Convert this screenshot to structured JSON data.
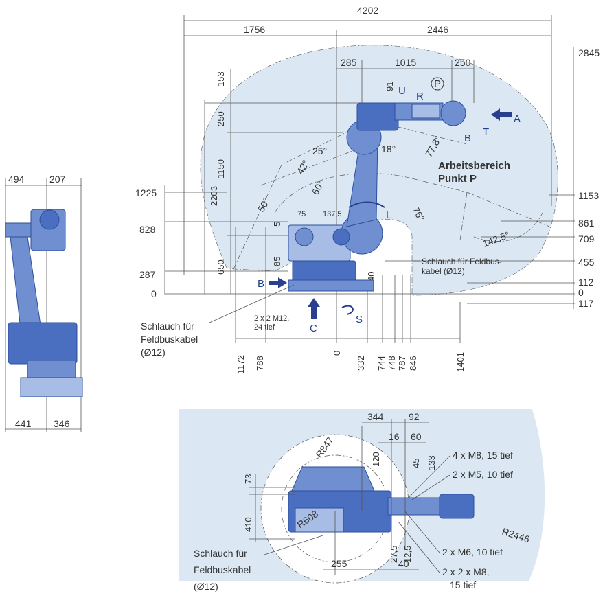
{
  "colors": {
    "work_area": "#dbe8f3",
    "robot": "#6f8fd0",
    "arrows": "#2b3f8f"
  },
  "side_view": {
    "top_dims": {
      "total": "4202",
      "left": "1756",
      "right": "2446",
      "d285": "285",
      "d1015": "1015",
      "d250": "250"
    },
    "right_dims": {
      "d2845": "2845",
      "d1153": "1153",
      "d861": "861",
      "d709": "709",
      "d455": "455",
      "d112": "112",
      "d0": "0",
      "d117": "117"
    },
    "left_dims": {
      "d1225": "1225",
      "d828": "828",
      "d287": "287",
      "d0": "0",
      "d2203": "2203",
      "d1150": "1150",
      "d650": "650",
      "d153": "153",
      "d250v": "250",
      "d85": "85",
      "d40": "40",
      "d91": "91",
      "d5": "5"
    },
    "bottom_dims": [
      "1172",
      "788",
      "0",
      "332",
      "744",
      "748",
      "787",
      "846",
      "1401"
    ],
    "angles": {
      "a25": "25°",
      "a42": "42°",
      "a60": "60°",
      "a18": "18°",
      "a77": "77,8°",
      "a50": "50°",
      "a76": "76°",
      "a142": "142,5°"
    },
    "small_dims": {
      "d75": "75",
      "d137": "137,5"
    },
    "axes": {
      "u": "U",
      "r": "R",
      "p": "P",
      "t": "T",
      "a": "A",
      "b": "B",
      "l": "L",
      "b2": "B",
      "c": "C",
      "s": "S"
    },
    "work_area_title": [
      "Arbeitsbereich",
      "Punkt P"
    ],
    "hose_right": [
      "Schlauch für Feldbus-",
      "kabel (Ø12)"
    ],
    "hose_left": [
      "Schlauch für",
      "Feldbuskabel",
      "(Ø12)"
    ],
    "thread_note": [
      "2 x 2 M12,",
      "24 tief"
    ]
  },
  "front_view": {
    "top": [
      "494",
      "207"
    ],
    "bottom": [
      "441",
      "346"
    ]
  },
  "top_view": {
    "dims": {
      "d344": "344",
      "d92": "92",
      "d16": "16",
      "d60": "60",
      "d120": "120",
      "d45": "45",
      "d133": "133",
      "d73": "73",
      "d410": "410",
      "d27": "27,5",
      "d12": "12,5",
      "d255": "255",
      "d40": "40"
    },
    "radii": {
      "r847": "R847",
      "r608": "R608",
      "r2446": "R2446"
    },
    "notes": {
      "n1": "4 x M8, 15 tief",
      "n2": "2 x M5, 10 tief",
      "n3": "2 x M6, 10 tief",
      "n4": [
        "2 x 2 x M8,",
        "15 tief"
      ]
    },
    "hose": [
      "Schlauch für",
      "Feldbuskabel",
      "(Ø12)"
    ]
  }
}
